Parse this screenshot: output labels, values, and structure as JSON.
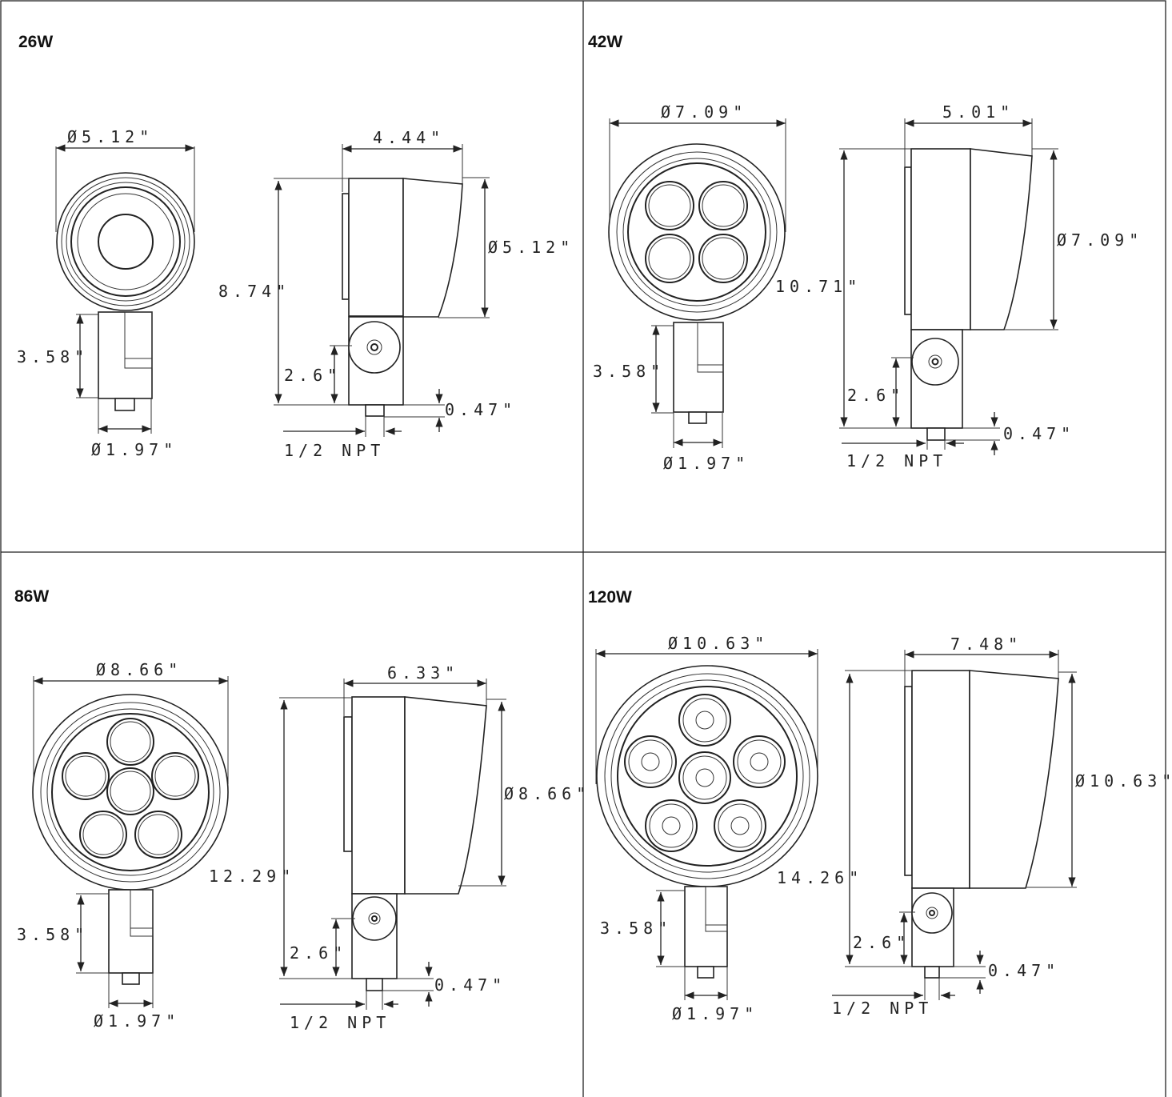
{
  "panels": [
    {
      "title": "26W",
      "front": {
        "diameter": "Ø5.12\"",
        "stem_height": "3.58\"",
        "stem_diameter": "Ø1.97\""
      },
      "side": {
        "depth": "4.44\"",
        "height": "8.74\"",
        "head_diameter": "Ø5.12\"",
        "mount_height": "2.6\"",
        "fitting_length": "0.47\"",
        "fitting": "1/2 NPT"
      }
    },
    {
      "title": "42W",
      "front": {
        "diameter": "Ø7.09\"",
        "stem_height": "3.58\"",
        "stem_diameter": "Ø1.97\""
      },
      "side": {
        "depth": "5.01\"",
        "height": "10.71\"",
        "head_diameter": "Ø7.09\"",
        "mount_height": "2.6\"",
        "fitting_length": "0.47\"",
        "fitting": "1/2 NPT"
      }
    },
    {
      "title": "86W",
      "front": {
        "diameter": "Ø8.66\"",
        "stem_height": "3.58\"",
        "stem_diameter": "Ø1.97\""
      },
      "side": {
        "depth": "6.33\"",
        "height": "12.29\"",
        "head_diameter": "Ø8.66\"",
        "mount_height": "2.6\"",
        "fitting_length": "0.47\"",
        "fitting": "1/2 NPT"
      }
    },
    {
      "title": "120W",
      "front": {
        "diameter": "Ø10.63\"",
        "stem_height": "3.58\"",
        "stem_diameter": "Ø1.97\""
      },
      "side": {
        "depth": "7.48\"",
        "height": "14.26\"",
        "head_diameter": "Ø10.63\"",
        "mount_height": "2.6\"",
        "fitting_length": "0.47\"",
        "fitting": "1/2 NPT"
      }
    }
  ]
}
